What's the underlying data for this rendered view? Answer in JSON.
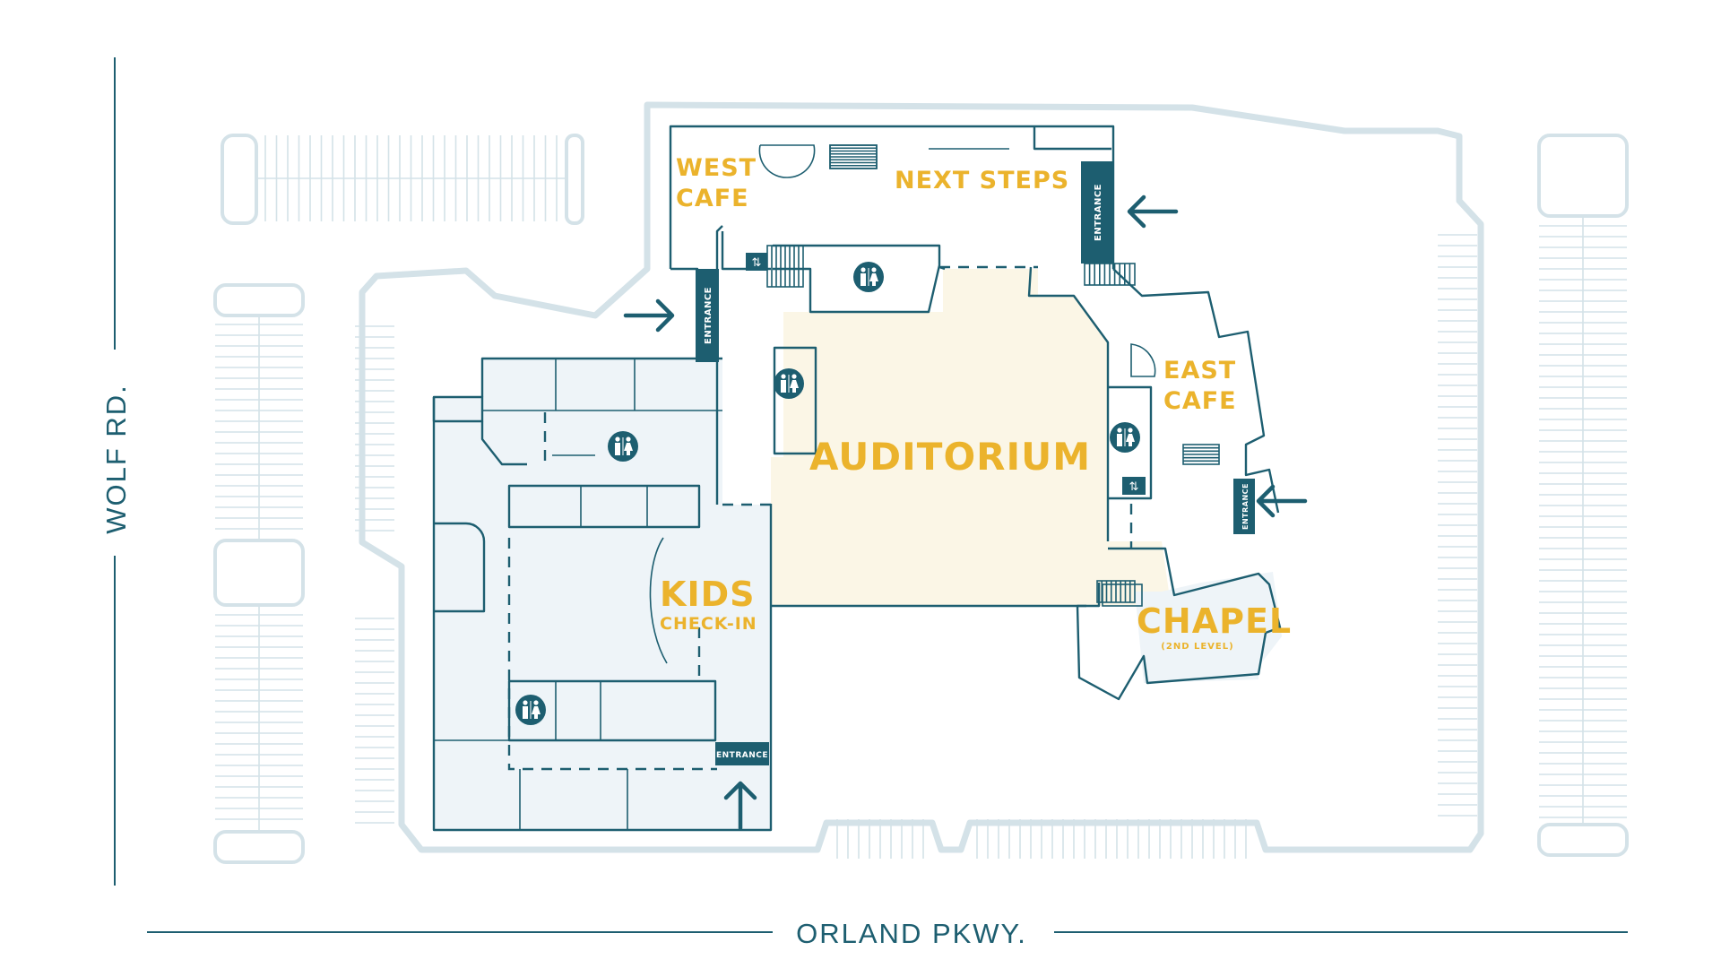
{
  "roads": {
    "west": "WOLF RD.",
    "south": "ORLAND PKWY."
  },
  "rooms": {
    "west_cafe": [
      "WEST",
      "CAFE"
    ],
    "next_steps": "NEXT STEPS",
    "east_cafe": [
      "EAST",
      "CAFE"
    ],
    "auditorium": "AUDITORIUM",
    "kids": [
      "KIDS",
      "CHECK-IN"
    ],
    "chapel": "CHAPEL",
    "chapel_note": "(2ND LEVEL)"
  },
  "entrance_label": "ENTRANCE",
  "icons": {
    "restroom": "restroom-icon",
    "elevator": "elevator-icon",
    "arrow": "arrow-icon"
  },
  "colors": {
    "wall": "#1d5e70",
    "accent": "#ebb32c",
    "auditorium_fill": "#fbf6e6",
    "kids_fill": "#eef4f8",
    "parking": "#d4e2e8"
  }
}
